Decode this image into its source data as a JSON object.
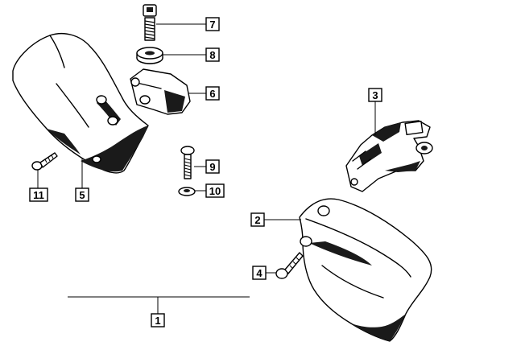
{
  "callouts": [
    {
      "id": "c1",
      "label": "1"
    },
    {
      "id": "c2",
      "label": "2"
    },
    {
      "id": "c3",
      "label": "3"
    },
    {
      "id": "c4",
      "label": "4"
    },
    {
      "id": "c5",
      "label": "5"
    },
    {
      "id": "c6",
      "label": "6"
    },
    {
      "id": "c7",
      "label": "7"
    },
    {
      "id": "c8",
      "label": "8"
    },
    {
      "id": "c9",
      "label": "9"
    },
    {
      "id": "c10",
      "label": "10"
    },
    {
      "id": "c11",
      "label": "11"
    }
  ],
  "colors": {
    "line": "#000000",
    "fill": "#ffffff",
    "shade": "#1a1a1a"
  }
}
